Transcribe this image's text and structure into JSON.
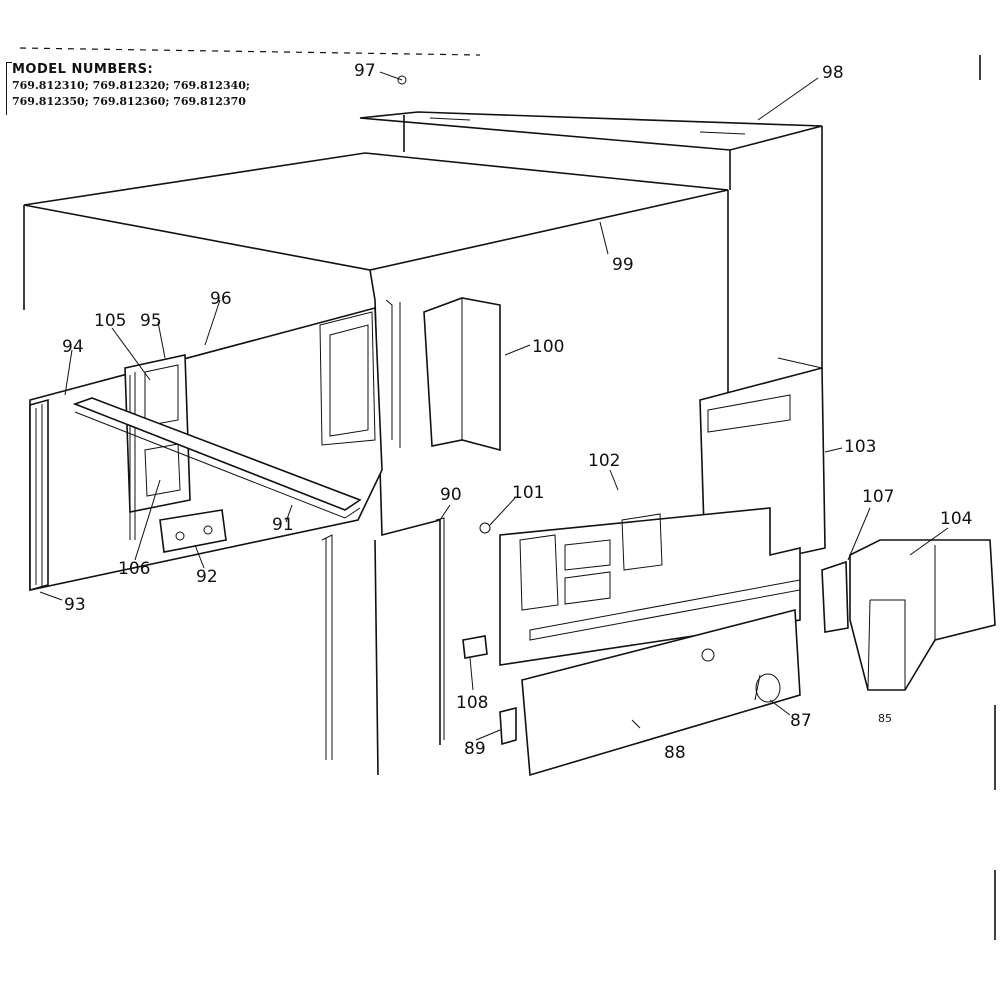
{
  "header": {
    "title": "MODEL NUMBERS:",
    "line1": "769.812310; 769.812320; 769.812340;",
    "line2": "769.812350; 769.812360; 769.812370"
  },
  "callouts": [
    {
      "id": "97",
      "label": "97"
    },
    {
      "id": "98",
      "label": "98"
    },
    {
      "id": "99",
      "label": "99"
    },
    {
      "id": "96",
      "label": "96"
    },
    {
      "id": "105",
      "label": "105"
    },
    {
      "id": "95",
      "label": "95"
    },
    {
      "id": "94",
      "label": "94"
    },
    {
      "id": "100",
      "label": "100"
    },
    {
      "id": "103",
      "label": "103"
    },
    {
      "id": "102",
      "label": "102"
    },
    {
      "id": "101",
      "label": "101"
    },
    {
      "id": "90",
      "label": "90"
    },
    {
      "id": "91",
      "label": "91"
    },
    {
      "id": "106",
      "label": "106"
    },
    {
      "id": "92",
      "label": "92"
    },
    {
      "id": "93",
      "label": "93"
    },
    {
      "id": "107",
      "label": "107"
    },
    {
      "id": "104",
      "label": "104"
    },
    {
      "id": "108",
      "label": "108"
    },
    {
      "id": "87",
      "label": "87"
    },
    {
      "id": "85",
      "label": "85"
    },
    {
      "id": "88",
      "label": "88"
    },
    {
      "id": "89",
      "label": "89"
    }
  ]
}
